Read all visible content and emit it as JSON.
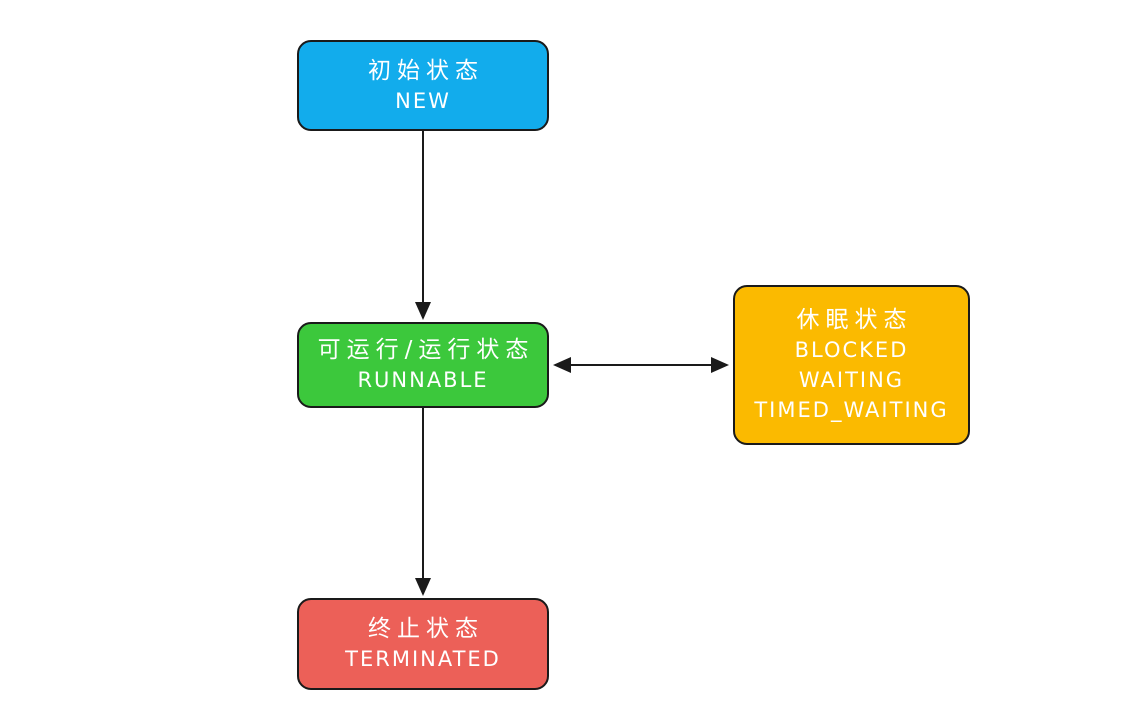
{
  "diagram": {
    "title": "thread-state-flowchart",
    "background_color": "#ffffff",
    "stroke_color": "#1a1a1a",
    "text_color": "#ffffff",
    "nodes": {
      "new": {
        "label_zh": "初始状态",
        "label_en": "NEW",
        "color": "#12acec"
      },
      "runnable": {
        "label_zh": "可运行/运行状态",
        "label_en": "RUNNABLE",
        "color": "#3cc83c"
      },
      "sleep": {
        "label_zh": "休眠状态",
        "line1": "BLOCKED",
        "line2": "WAITING",
        "line3": "TIMED_WAITING",
        "color": "#fbba00"
      },
      "terminated": {
        "label_zh": "终止状态",
        "label_en": "TERMINATED",
        "color": "#ec6058"
      }
    },
    "edges": [
      {
        "from": "new",
        "to": "runnable",
        "direction": "down"
      },
      {
        "from": "runnable",
        "to": "sleep",
        "direction": "bidirectional"
      },
      {
        "from": "runnable",
        "to": "terminated",
        "direction": "down"
      }
    ]
  }
}
